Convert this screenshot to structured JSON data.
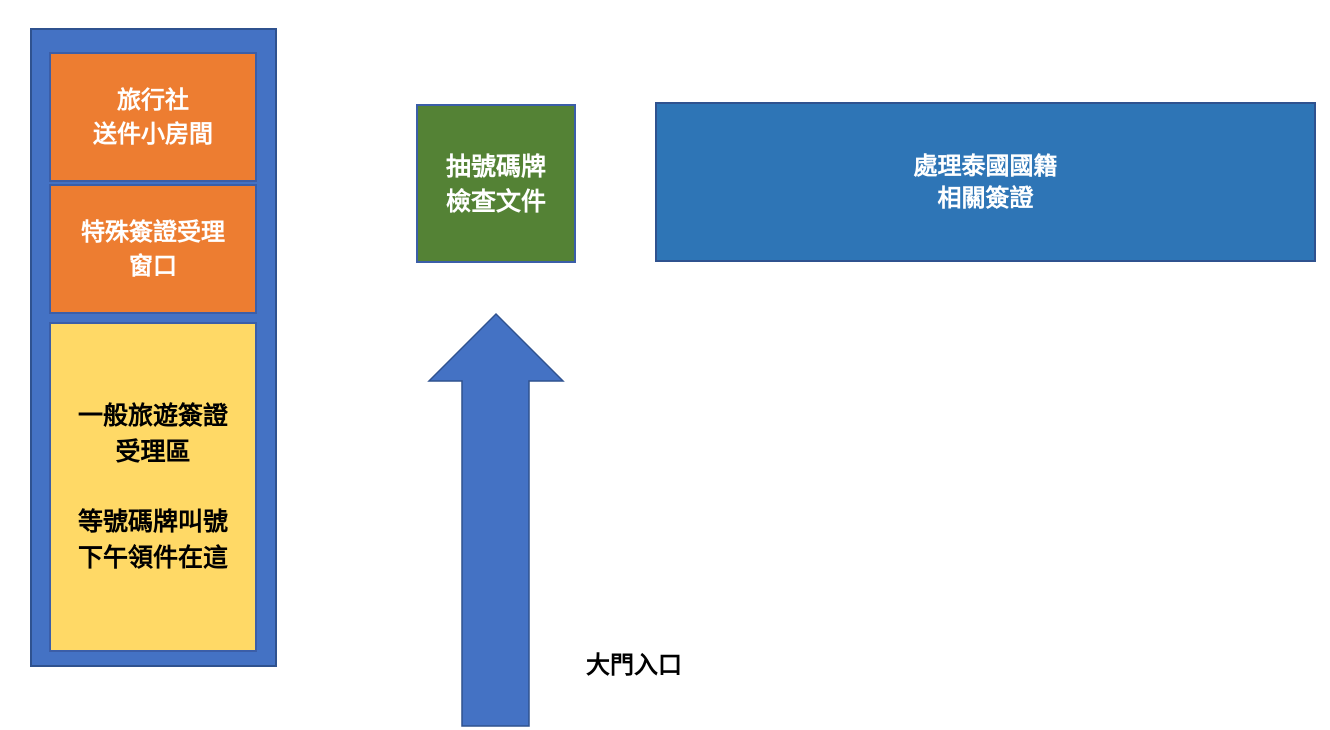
{
  "colors": {
    "wall": "#4472c4",
    "orange_room": "#ed7d31",
    "yellow_room": "#ffd966",
    "green_room": "#548235",
    "blue_room": "#2e75b6",
    "arrow": "#4472c4"
  },
  "travel_agency_room": {
    "lines": [
      "旅行社",
      "送件小房間"
    ]
  },
  "special_visa_window": {
    "lines": [
      "特殊簽證受理",
      "窗口"
    ]
  },
  "general_visa_area": {
    "lines": [
      "一般旅遊簽證",
      "受理區"
    ],
    "note_lines": [
      "等號碼牌叫號",
      "下午領件在這"
    ]
  },
  "ticket_check_counter": {
    "lines": [
      "抽號碼牌",
      "檢查文件"
    ]
  },
  "thai_nationality_area": {
    "lines": [
      "處理泰國國籍",
      "相關簽證"
    ]
  },
  "entrance": {
    "label": "大門入口"
  }
}
